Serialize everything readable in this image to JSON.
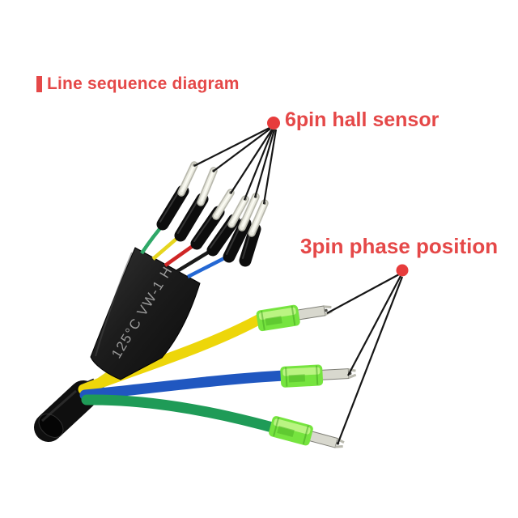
{
  "title": {
    "text": "Line sequence diagram"
  },
  "callouts": {
    "hall_sensor": {
      "label": "6pin hall sensor",
      "pins": 6
    },
    "phase": {
      "label": "3pin phase position",
      "pins": 3
    }
  },
  "cable": {
    "sleeve_print": "125°C VW-1 H"
  },
  "colors": {
    "accent_red": "#e54848",
    "dot_red": "#e73c3c",
    "callout_line": "#161616",
    "sleeve_black": "#1c1c1c",
    "sleeve_print_gray": "#9b9b9b",
    "cable_black": "#0f0f0f",
    "wire_yellow": "#edd60a",
    "wire_blue": "#2057c0",
    "wire_green": "#1f9b57",
    "thin_green": "#2fa868",
    "thin_yellow": "#e6d51e",
    "thin_red": "#cf2626",
    "thin_black": "#1a1a1a",
    "thin_blue": "#2468d4",
    "connector_green": "#76e43f",
    "connector_highlight": "#d2fa9a",
    "terminal_silver": "#e9e9df"
  }
}
